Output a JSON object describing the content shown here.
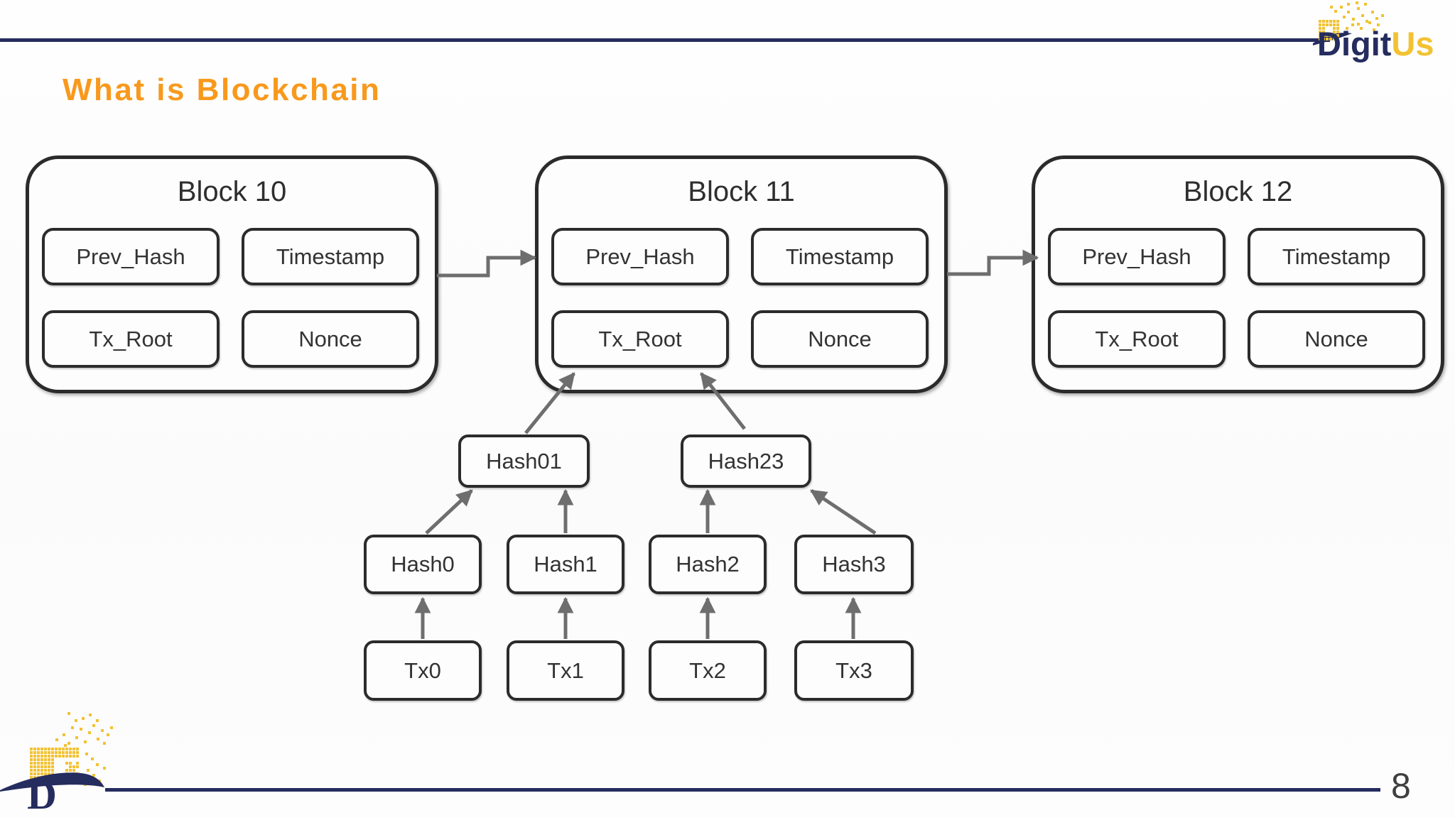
{
  "slide": {
    "title": "What is Blockchain",
    "page_number": "8"
  },
  "brand": {
    "wordmark_primary": "Digit",
    "wordmark_secondary": "Us",
    "monogram": "D"
  },
  "colors": {
    "accent-orange": "#F8991D",
    "brand-navy": "#252C5E",
    "brand-yellow": "#F2C233",
    "diagram-border": "#2B2B2B",
    "arrow-gray": "#6E6E6E"
  },
  "diagram": {
    "blocks": [
      {
        "title": "Block 10",
        "fields": [
          "Prev_Hash",
          "Timestamp",
          "Tx_Root",
          "Nonce"
        ]
      },
      {
        "title": "Block 11",
        "fields": [
          "Prev_Hash",
          "Timestamp",
          "Tx_Root",
          "Nonce"
        ]
      },
      {
        "title": "Block 12",
        "fields": [
          "Prev_Hash",
          "Timestamp",
          "Tx_Root",
          "Nonce"
        ]
      }
    ],
    "merkle_tree": {
      "parents": [
        "Hash01",
        "Hash23"
      ],
      "leaf_hashes": [
        "Hash0",
        "Hash1",
        "Hash2",
        "Hash3"
      ],
      "transactions": [
        "Tx0",
        "Tx1",
        "Tx2",
        "Tx3"
      ]
    }
  }
}
